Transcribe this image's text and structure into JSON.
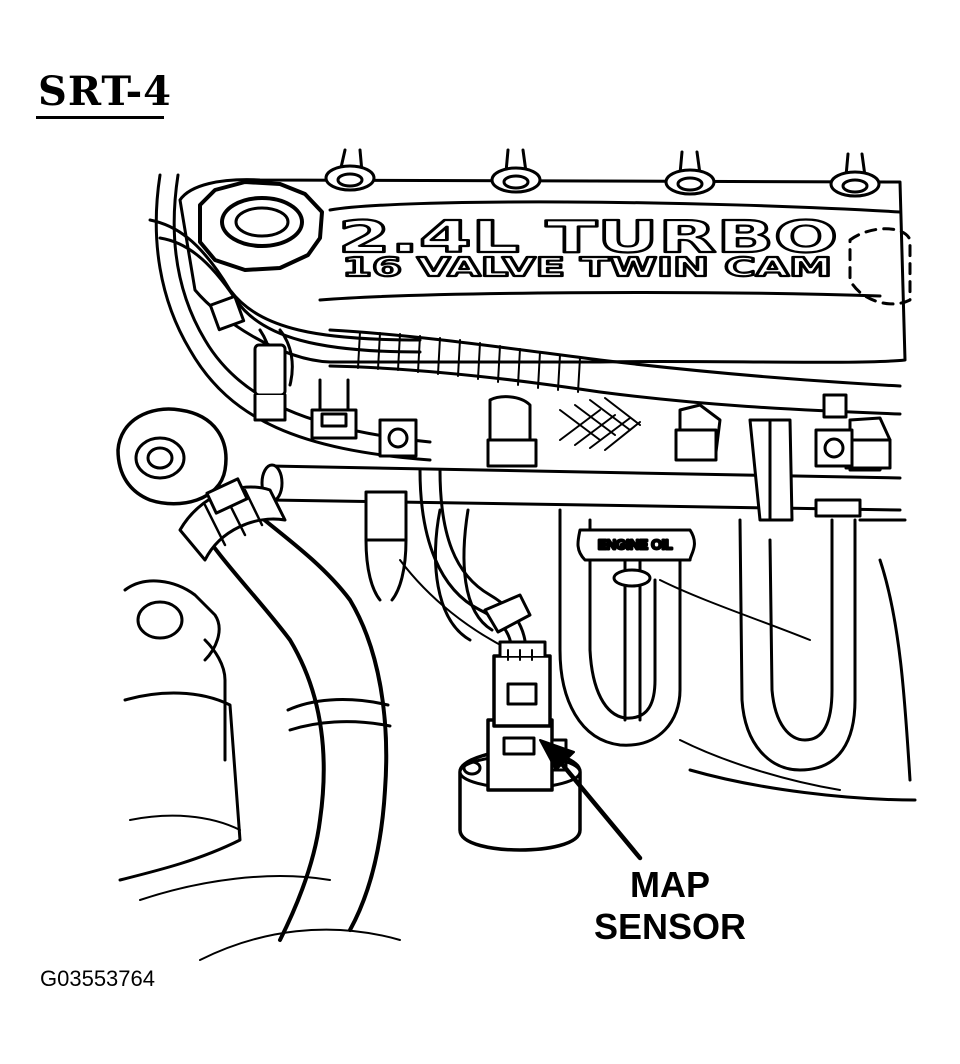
{
  "title": "SRT-4",
  "engine_cover": {
    "line1": "2.4L TURBO",
    "line2": "16 VALVE TWIN CAM"
  },
  "dipstick_label": "ENGINE OIL",
  "callout": {
    "line1": "MAP",
    "line2": "SENSOR"
  },
  "figure_id": "G03553764"
}
